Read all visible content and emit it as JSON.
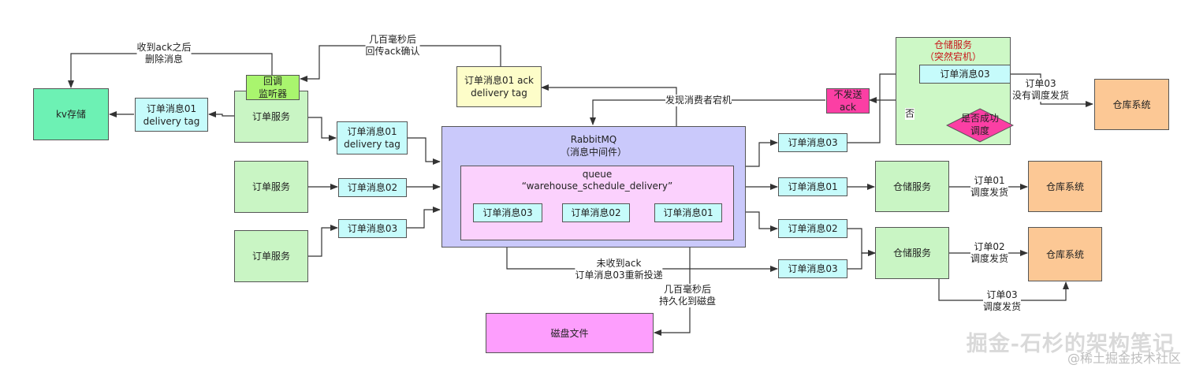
{
  "nodes": {
    "kv_store": "kv存储",
    "msg01_tag_left": [
      "订单消息01",
      "delivery tag"
    ],
    "callback_listener": [
      "回调",
      "监听器"
    ],
    "order_service_1": "订单服务",
    "order_service_2": "订单服务",
    "order_service_3": "订单服务",
    "msg01_tag_mid": [
      "订单消息01",
      "delivery tag"
    ],
    "msg02_in": "订单消息02",
    "msg03_in": "订单消息03",
    "msg01_ack_tag": [
      "订单消息01 ack",
      "delivery tag"
    ],
    "disk_file": "磁盘文件",
    "no_ack": [
      "不发送",
      "ack"
    ],
    "msg03_crash": "订单消息03",
    "success_check": [
      "是否成功",
      "调度"
    ],
    "msg03_out_top": "订单消息03",
    "msg01_out": "订单消息01",
    "msg02_out": "订单消息02",
    "msg03_out_bottom": "订单消息03",
    "warehouse_service_1": "仓储服务",
    "warehouse_service_2": "仓储服务",
    "warehouse_system_1": "仓库系统",
    "warehouse_system_2": "仓库系统",
    "warehouse_system_3": "仓库系统",
    "queue_msg03": "订单消息03",
    "queue_msg02": "订单消息02",
    "queue_msg01": "订单消息01"
  },
  "groups": {
    "rabbitmq": [
      "RabbitMQ",
      "（消息中间件）"
    ],
    "queue": [
      "queue",
      "“warehouse_schedule_delivery”"
    ],
    "warehouse_crash": [
      "仓储服务",
      "（突然宕机）"
    ]
  },
  "edge_labels": {
    "delete_after_ack": [
      "收到ack之后",
      "删除消息"
    ],
    "return_ack": [
      "几百毫秒后",
      "回传ack确认"
    ],
    "detect_crash": "发现消费者宕机",
    "no": "否",
    "not_scheduled": [
      "订单03",
      "没有调度发货"
    ],
    "no_ack_redeliver": [
      "未收到ack",
      "订单消息03重新投递"
    ],
    "persist_disk": [
      "几百毫秒后",
      "持久化到磁盘"
    ],
    "dispatch01": [
      "订单01",
      "调度发货"
    ],
    "dispatch02": [
      "订单02",
      "调度发货"
    ],
    "dispatch03": [
      "订单03",
      "调度发货"
    ]
  },
  "watermark": {
    "main": "掘金-石杉的架构笔记",
    "sub": "@稀土掘金技术社区"
  },
  "colors": {
    "order_service": "#c9f5c4",
    "message": "#c6fbfb",
    "kv_store": "#6df1b4",
    "listener": "#a9f56e",
    "ack_note": "#fdfdc9",
    "warehouse_system": "#fcc895",
    "disk": "#fd9efd",
    "no_ack": "#fb3fa4",
    "rabbitmq": "#cac9fb",
    "queue": "#fbd1fd",
    "annotation_red": "#c8171b"
  }
}
